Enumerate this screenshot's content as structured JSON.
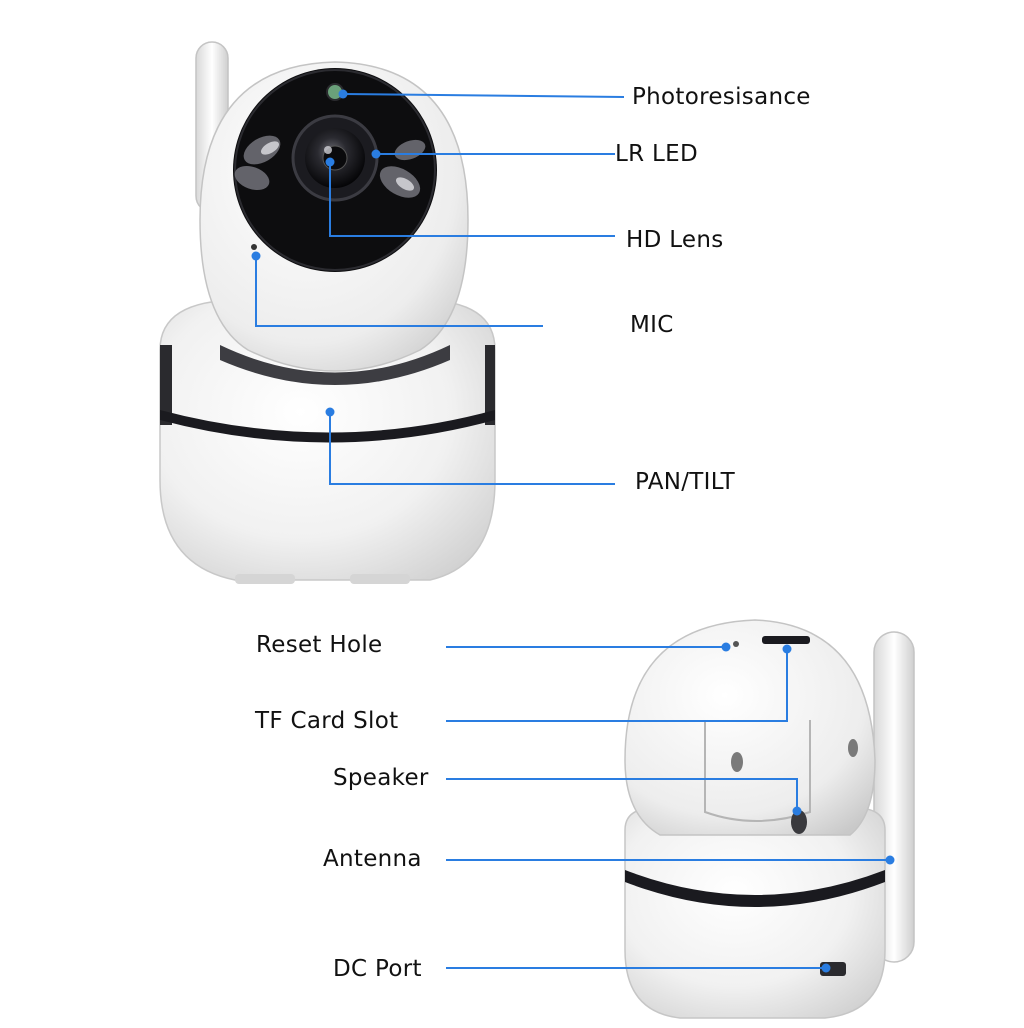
{
  "labels": {
    "photoresistance": "Photoresisance",
    "lr_led": "LR LED",
    "hd_lens": "HD Lens",
    "mic": "MIC",
    "pan_tilt": "PAN/TILT",
    "reset_hole": "Reset Hole",
    "tf_card_slot": "TF Card Slot",
    "speaker": "Speaker",
    "antenna": "Antenna",
    "dc_port": "DC Port"
  },
  "colors": {
    "leader_line": "#2a7de1",
    "body": "#f2f2f2",
    "face": "#0d0d0f",
    "band": "#1a1a1f"
  }
}
